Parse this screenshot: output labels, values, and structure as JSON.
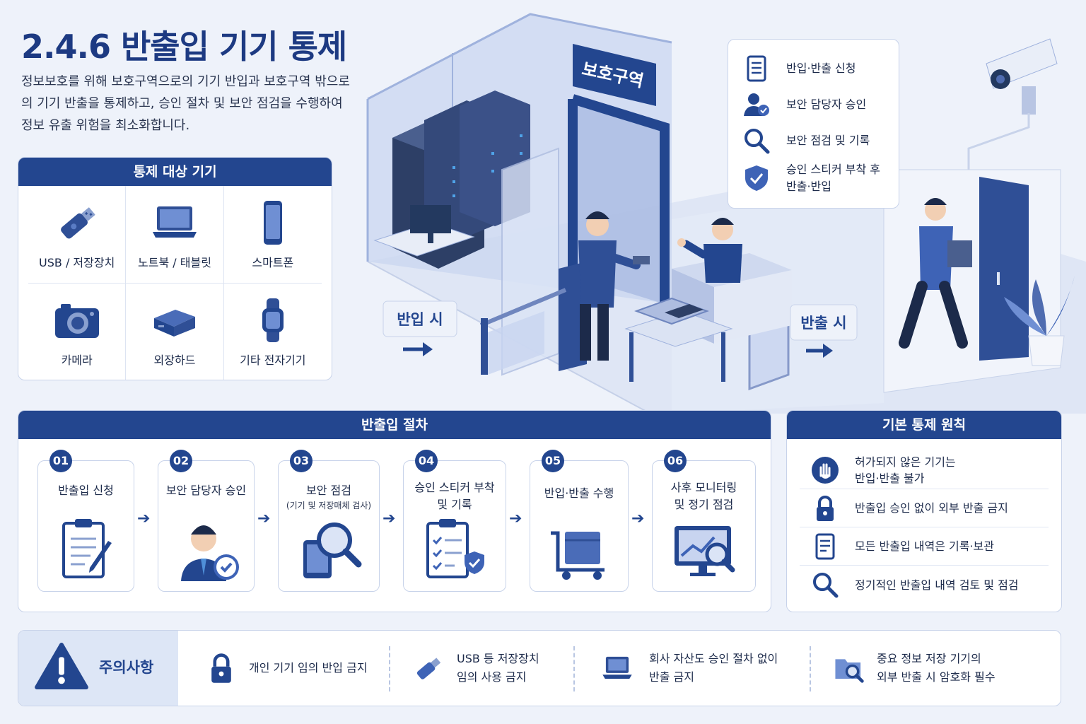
{
  "title": "2.4.6 반출입 기기 통제",
  "description": "정보보호를 위해 보호구역으로의 기기 반입과 보호구역 밖으로의 기기 반출을 통제하고, 승인 절차 및 보안 점검을 수행하여 정보 유출 위험을 최소화합니다.",
  "devices": {
    "header": "통제 대상 기기",
    "items": [
      {
        "label": "USB / 저장장치",
        "icon": "usb-icon"
      },
      {
        "label": "노트북 / 태블릿",
        "icon": "laptop-icon"
      },
      {
        "label": "스마트폰",
        "icon": "smartphone-icon"
      },
      {
        "label": "카메라",
        "icon": "camera-icon"
      },
      {
        "label": "외장하드",
        "icon": "external-hdd-icon"
      },
      {
        "label": "기타 전자기기",
        "icon": "smartwatch-icon"
      }
    ]
  },
  "scene": {
    "zone_sign": "보호구역",
    "entry_label": "반입 시",
    "exit_label": "반출 시",
    "bubble": [
      {
        "text": "반입·반출 신청",
        "icon": "document-icon"
      },
      {
        "text": "보안 담당자 승인",
        "icon": "user-check-icon"
      },
      {
        "text": "보안 점검 및 기록",
        "icon": "search-icon"
      },
      {
        "text": "승인 스티커 부착 후",
        "text2": "반출·반입",
        "icon": "shield-check-icon"
      }
    ]
  },
  "procedure": {
    "header": "반출입 절차",
    "steps": [
      {
        "num": "01",
        "title": "반출입 신청",
        "sub": "",
        "icon": "clipboard-pen-icon"
      },
      {
        "num": "02",
        "title": "보안 담당자 승인",
        "sub": "",
        "icon": "officer-approve-icon"
      },
      {
        "num": "03",
        "title": "보안 점검",
        "sub": "(기기 및 저장매체 검사)",
        "icon": "tablet-magnifier-icon"
      },
      {
        "num": "04",
        "title": "승인 스티커 부착",
        "title2": "및 기록",
        "sub": "",
        "icon": "checklist-shield-icon"
      },
      {
        "num": "05",
        "title": "반입·반출 수행",
        "sub": "",
        "icon": "cart-box-icon"
      },
      {
        "num": "06",
        "title": "사후 모니터링",
        "title2": "및 정기 점검",
        "sub": "",
        "icon": "monitor-magnifier-icon"
      }
    ]
  },
  "principles": {
    "header": "기본 통제 원칙",
    "items": [
      {
        "text": "허가되지 않은 기기는",
        "text2": "반입·반출 불가",
        "icon": "stop-hand-icon"
      },
      {
        "text": "반출입 승인 없이 외부 반출 금지",
        "icon": "lock-icon"
      },
      {
        "text": "모든 반출입 내역은 기록·보관",
        "icon": "document-icon"
      },
      {
        "text": "정기적인 반출입 내역 검토 및 점검",
        "icon": "search-icon"
      }
    ]
  },
  "caution": {
    "title": "주의사항",
    "items": [
      {
        "text": "개인 기기 임의 반입 금지",
        "icon": "lock-icon"
      },
      {
        "text": "USB 등 저장장치",
        "text2": "임의 사용 금지",
        "icon": "usb-icon"
      },
      {
        "text": "회사 자산도 승인 절차 없이",
        "text2": "반출 금지",
        "icon": "laptop-icon"
      },
      {
        "text": "중요 정보 저장 기기의",
        "text2": "외부 반출 시 암호화 필수",
        "icon": "folder-search-icon"
      }
    ]
  },
  "colors": {
    "primary": "#23468f",
    "accent": "#3e63b6",
    "background": "#eef2fa"
  }
}
